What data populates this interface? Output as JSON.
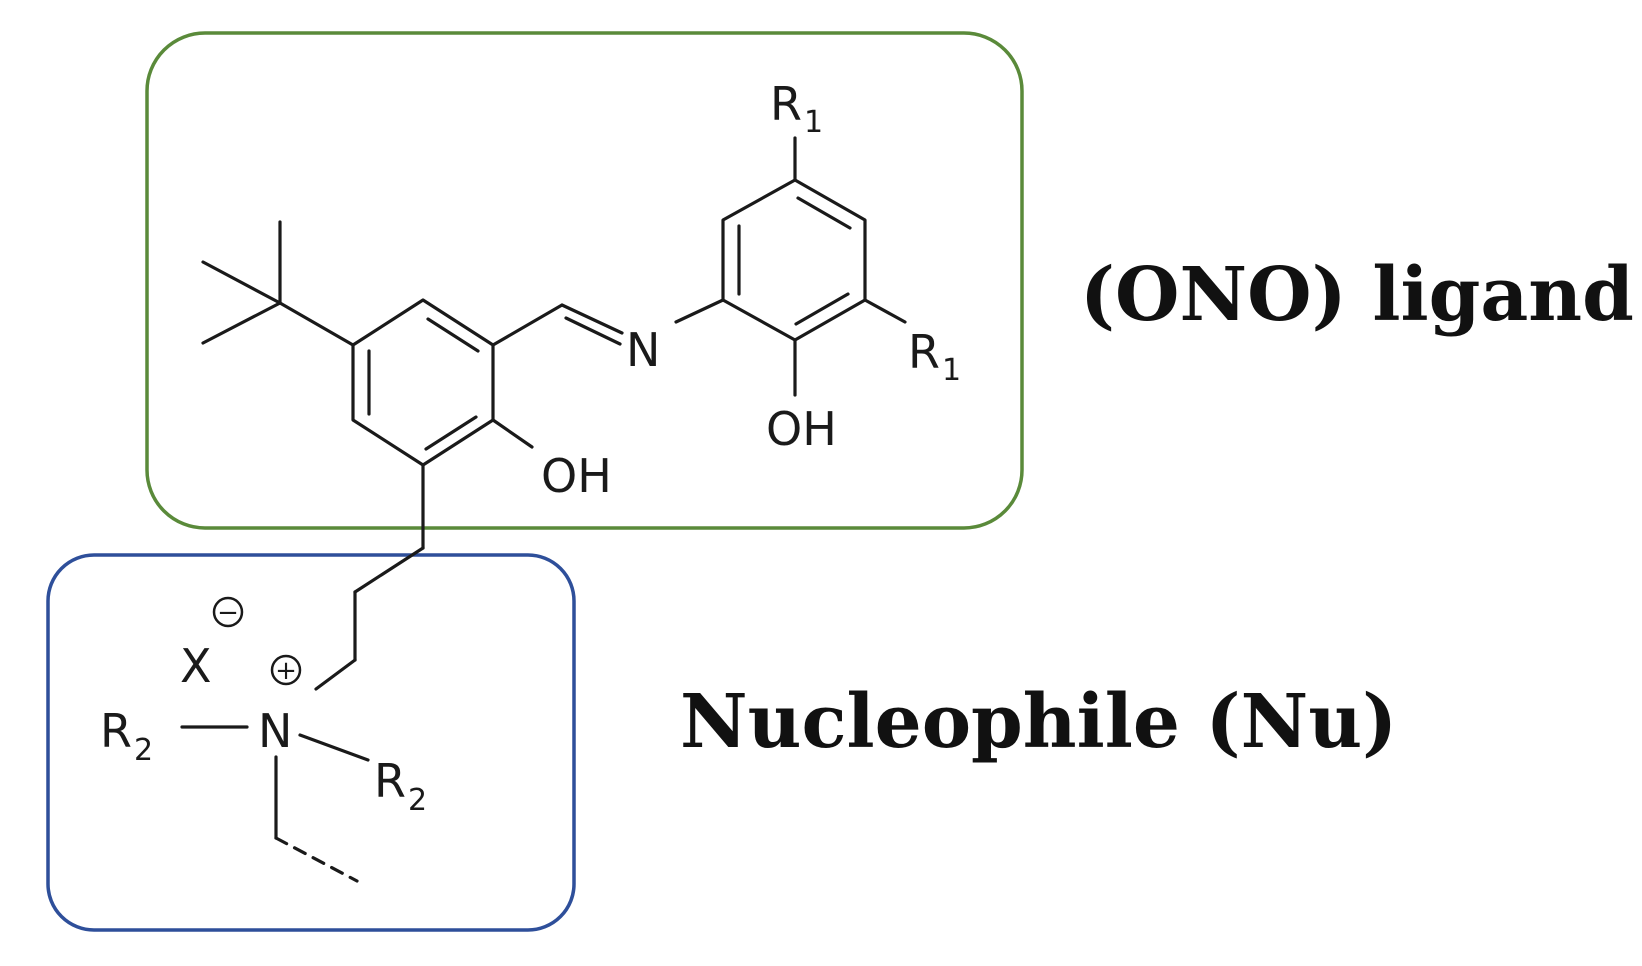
{
  "labels": {
    "ligand": "(ONO) ligand",
    "nucleophile": "Nucleophile (Nu)"
  },
  "atoms": {
    "n_imine": "N",
    "oh_left": "OH",
    "oh_right": "OH",
    "r1_top": "R",
    "r1_top_sub": "1",
    "r1_right": "R",
    "r1_right_sub": "1",
    "x": "X",
    "n_ammonium": "N",
    "r2_left": "R",
    "r2_left_sub": "2",
    "r2_right": "R",
    "r2_right_sub": "2"
  },
  "charges": {
    "anion": "−",
    "cation": "+"
  },
  "colors": {
    "ligand_box": "#5a8a3a",
    "nucleophile_box": "#2e4f9a",
    "bond": "#1a1a1a"
  }
}
